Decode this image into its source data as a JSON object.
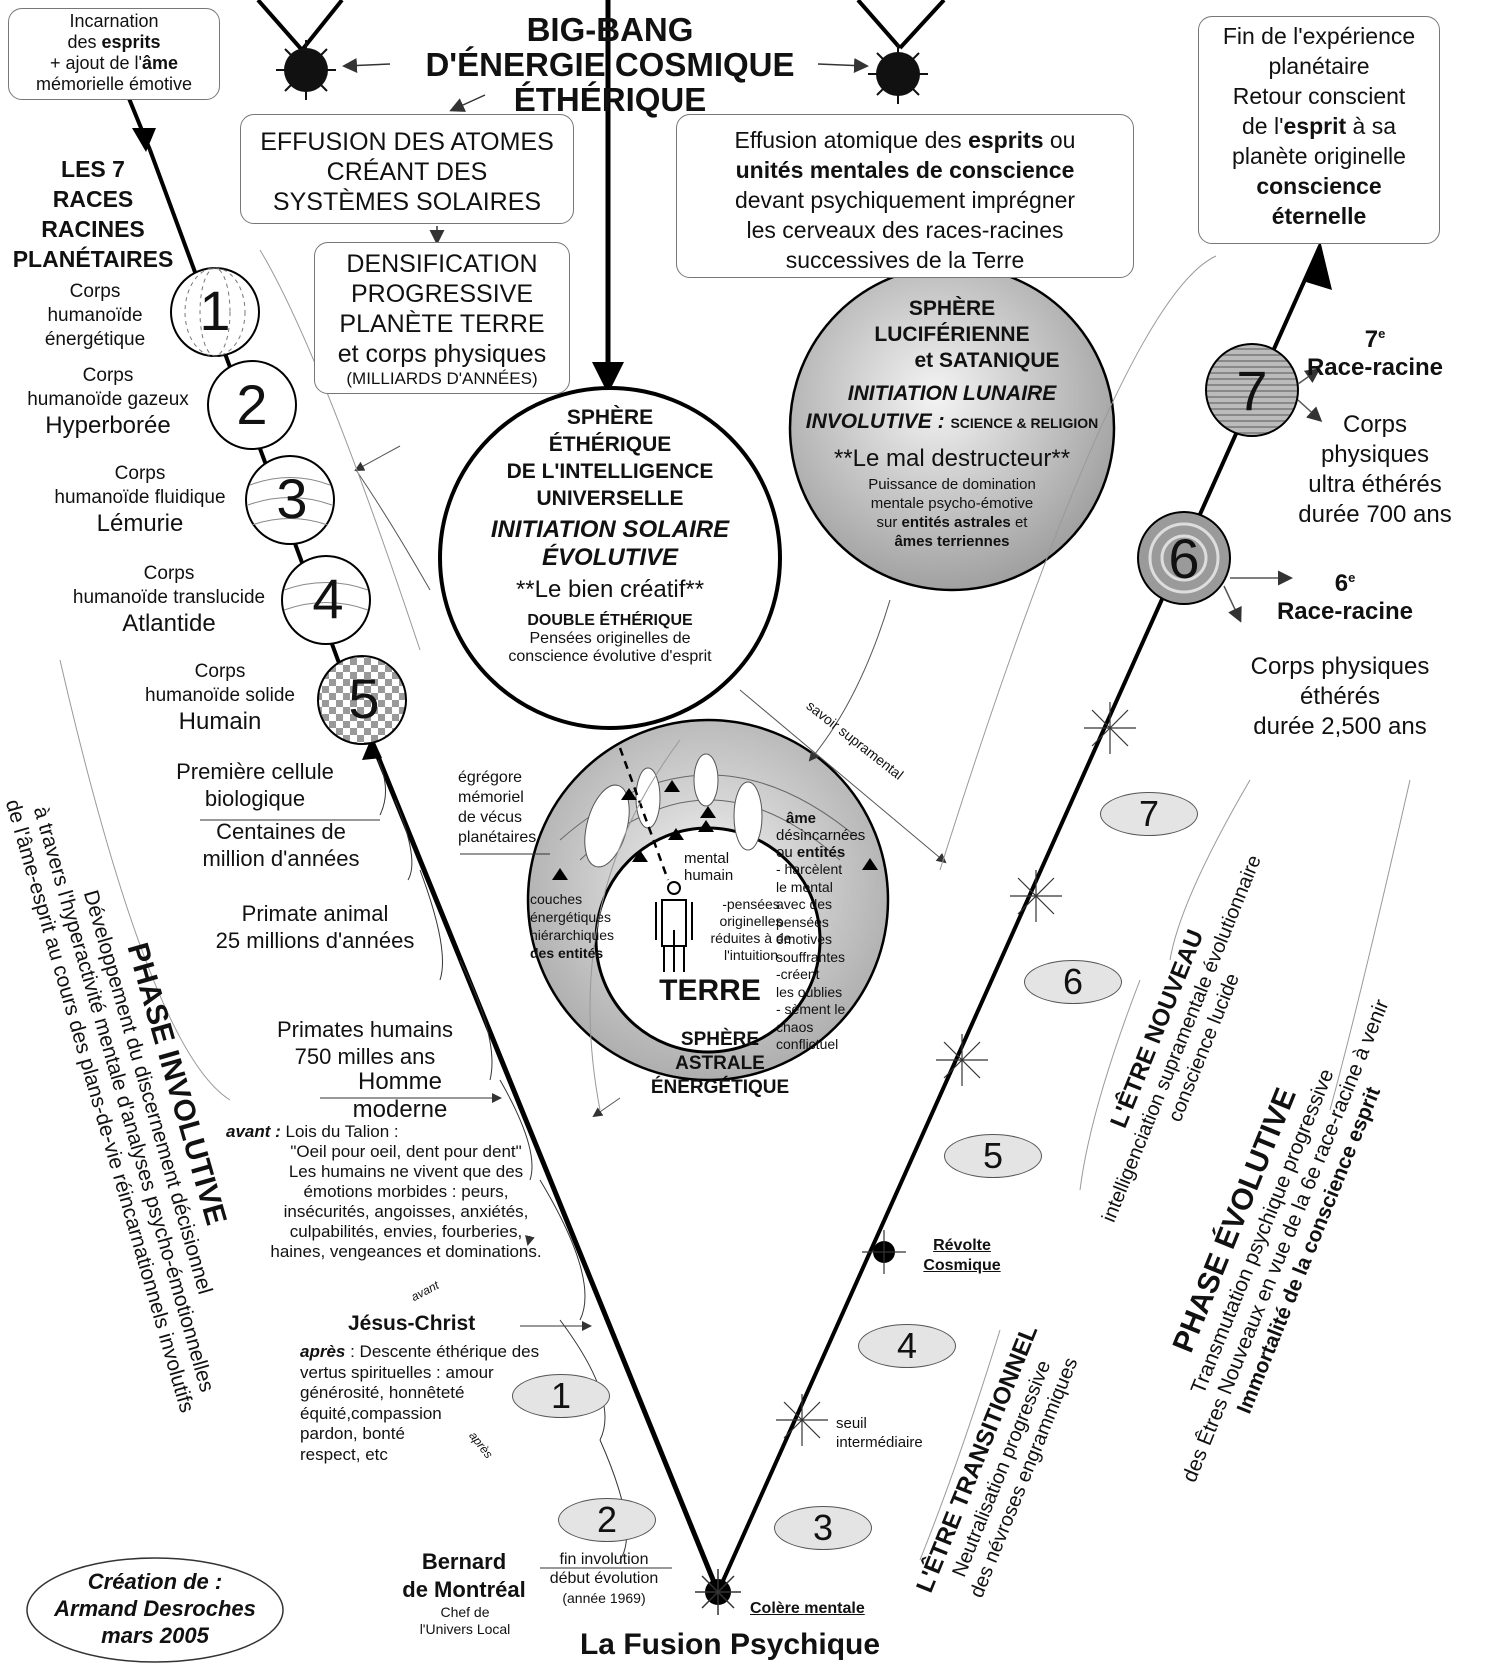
{
  "header": {
    "bigbang_line1": "BIG-BANG",
    "bigbang_line2": "D'ÉNERGIE COSMIQUE",
    "bigbang_line3": "ÉTHÉRIQUE"
  },
  "top_left_box": {
    "line1": "Incarnation",
    "line2_pre": "des ",
    "line2_bold": "esprits",
    "line3_pre": "+ ajout de l'",
    "line3_bold": "âme",
    "line4": "mémorielle émotive"
  },
  "top_right_box": {
    "line1": "Fin de l'expérience",
    "line2": "planétaire",
    "line3": "Retour conscient",
    "line4_pre": "de l'",
    "line4_bold": "esprit",
    "line4_post": " à sa",
    "line5": "planète originelle",
    "line6": "conscience",
    "line7": "éternelle"
  },
  "effusion_atoms": "EFFUSION DES ATOMES\nCRÉANT DES\nSYSTÈMES SOLAIRES",
  "densification": {
    "text": "DENSIFICATION\nPROGRESSIVE\nPLANÈTE TERRE\net corps physiques",
    "small": "(MILLIARDS D'ANNÉES)"
  },
  "effusion_spirits": {
    "l1_pre": "Effusion atomique des ",
    "l1_bold": "esprits",
    "l1_post": " ou",
    "l2": "unités mentales de conscience",
    "l3": "devant psychiquement imprégner",
    "l4": "les cerveaux des races-racines",
    "l5": "successives de la Terre"
  },
  "races_title": "LES 7\nRACES\nRACINES\nPLANÉTAIRES",
  "left_races": [
    {
      "num": "1",
      "label": "Corps\nhumanoïde\nénergétique",
      "name": ""
    },
    {
      "num": "2",
      "label": "Corps\nhumanoïde gazeux",
      "name": "Hyperborée"
    },
    {
      "num": "3",
      "label": "Corps\nhumanoïde fluidique",
      "name": "Lémurie"
    },
    {
      "num": "4",
      "label": "Corps\nhumanoïde translucide",
      "name": "Atlantide"
    },
    {
      "num": "5",
      "label": "Corps\nhumanoïde solide",
      "name": "Humain"
    }
  ],
  "sphere_ether": {
    "title": "SPHÈRE\nÉTHÉRIQUE\nDE L'INTELLIGENCE\nUNIVERSELLE",
    "initiation": "INITIATION SOLAIRE\nÉVOLUTIVE",
    "good": "**Le bien créatif**",
    "double": "DOUBLE ÉTHÉRIQUE",
    "double_sub": "Pensées originelles de\nconscience évolutive d'esprit"
  },
  "sphere_lucifer": {
    "title1": "SPHÈRE",
    "title2": "LUCIFÉRIENNE",
    "title3": "et SATANIQUE",
    "init1": "INITIATION LUNAIRE",
    "init2": "INVOLUTIVE :",
    "init2_small": "SCIENCE & RELIGION",
    "evil": "**Le mal destructeur**",
    "p1": "Puissance de domination",
    "p2": "mentale psycho-émotive",
    "p3_pre": "sur ",
    "p3_bold": "entités astrales",
    "p3_post": " et",
    "p4": "âmes terriennes"
  },
  "earth": {
    "egregore": "égrégore\nmémoriel\nde vécus\nplanétaires",
    "layers_pre": "couches\nénergétiques\nhiérarchiques\n",
    "layers_bold": "des entités",
    "mental": "mental\nhumain",
    "thoughts": "-pensées\noriginelles\nréduites à de\nl'intuition",
    "terre": "TERRE",
    "astral": "SPHÈRE\nASTRALE\nÉNERGÉTIQUE",
    "ame1": "âme",
    "ame2": "désincarnées",
    "ame3_pre": "ou ",
    "ame3_bold": "entités",
    "ame_list": "- harcèlent\nle mental\navec des\npensées\némotives\nsouffrantes\n-créent\nles oublies\n- sèment le\nchaos\nconflictuel",
    "savoir": "savoir supramental"
  },
  "timeline_left": {
    "cell": "Première cellule\nbiologique",
    "hundreds": "Centaines de\nmillion d'années",
    "primate": "Primate animal\n25 millions d'années",
    "humans": "Primates humains\n750 milles ans",
    "modern": "Homme\nmoderne",
    "avant_label": "avant :",
    "avant_text": " Lois du Talion :",
    "talion": "\"Oeil pour oeil, dent pour dent\"\nLes humains ne vivent que des\némotions morbides : peurs,\ninsécurités, angoisses, anxiétés,\nculpabilités, envies, fourberies,\nhaines, vengeances et dominations.",
    "avant_small": "avant",
    "jesus": "Jésus-Christ",
    "apres_label": "après",
    "apres_text": " : Descente éthérique des\nvertus spirituelles : amour\ngénérosité, honnêteté\néquité,compassion\npardon, bonté\nrespect, etc",
    "apres_small": "après",
    "bernard": "Bernard\nde Montréal",
    "chef": "Chef de\nl'Univers Local",
    "fin": "fin involution\ndébut évolution",
    "annee": "(année 1969)",
    "fusion": "La Fusion Psychique",
    "colere": "Colère mentale"
  },
  "creation": "Création de :\nArmand Desroches\nmars 2005",
  "phase_involutive": {
    "title": "PHASE INVOLUTIVE",
    "l1": "Développement du discernement décisionnel",
    "l2": "à travers l'hyperactivité mentale d'analyses psycho-émotionnelles",
    "l3": "de l'âme-esprit au cours des plans-de-vie réincarnationnels involutifs"
  },
  "right_races": [
    {
      "num": "7",
      "race": "Race-racine",
      "sup": "e",
      "ord": "7",
      "body": "Corps\nphysiques\nultra éthérés\ndurée 700 ans"
    },
    {
      "num": "6",
      "race": "Race-racine",
      "sup": "e",
      "ord": "6",
      "body": "Corps physiques\néthérés\ndurée 2,500 ans"
    }
  ],
  "ellipses": [
    "7",
    "6",
    "5",
    "4",
    "3",
    "2",
    "1"
  ],
  "revolte": "Révolte\nCosmique",
  "seuil": "seuil\nintermédiaire",
  "etre_nouveau": {
    "title": "L'ÊTRE NOUVEAU",
    "l1": "intelligenciation supramentale évolutionnaire",
    "l2": "conscience lucide"
  },
  "etre_transitionnel": {
    "title": "L'ÊTRE TRANSITIONNEL",
    "l1": "Neutralisation progressive",
    "l2": "des névroses engrammiques"
  },
  "phase_evolutive": {
    "title": "PHASE ÉVOLUTIVE",
    "l1": "Transmutation psychique progressive",
    "l2": "des Êtres Nouveaux en vue de la 6e race-racine à venir",
    "l3": "Immortalité de la conscience esprit"
  }
}
